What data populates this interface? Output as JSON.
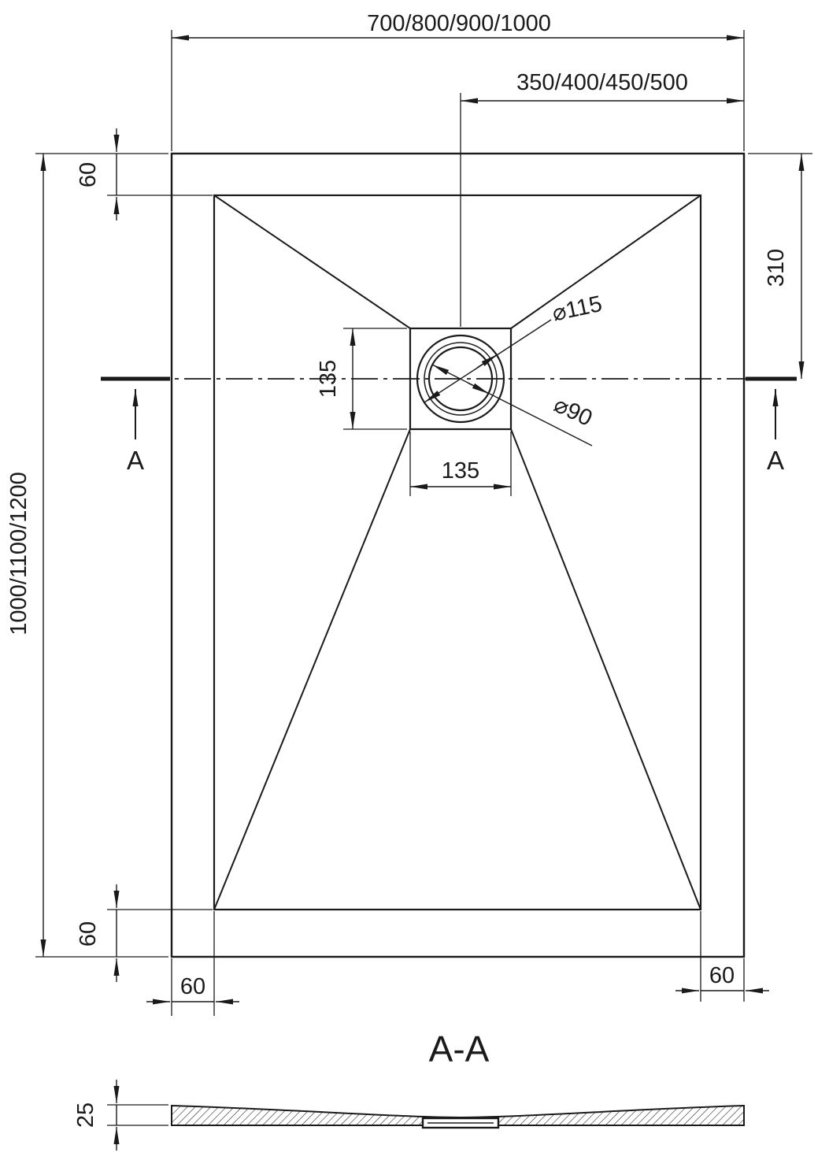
{
  "drawing": {
    "dims": {
      "width_options": "700/800/900/1000",
      "drain_center_options": "350/400/450/500",
      "length_options": "1000/1100/1200",
      "top_inset": "60",
      "bottom_inset": "60",
      "left_inset": "60",
      "right_inset": "60",
      "drain_offset_top": "310",
      "drain_square_width": "135",
      "drain_square_height": "135",
      "outer_diameter": "⌀115",
      "inner_diameter": "⌀90",
      "tray_thickness": "25"
    },
    "section": {
      "title": "A-A",
      "cut_label_left": "A",
      "cut_label_right": "A"
    },
    "colors": {
      "line": "#1a1a1a",
      "background": "#ffffff"
    }
  }
}
